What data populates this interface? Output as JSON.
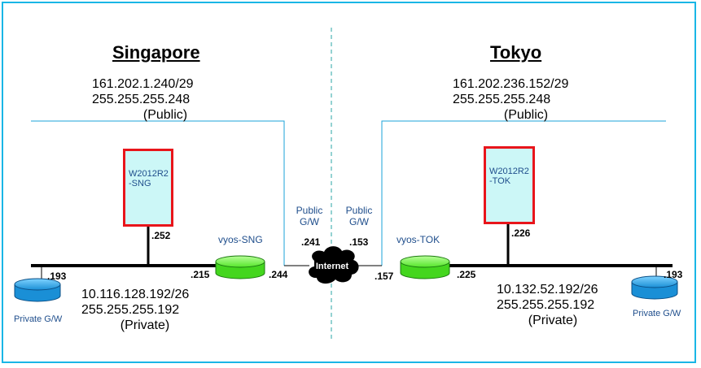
{
  "sites": {
    "left": {
      "title": "Singapore",
      "public_network": "161.202.1.240/29",
      "public_mask": "255.255.255.248",
      "public_tag": "(Public)",
      "server_label_line1": "W2012R2",
      "server_label_line2": "-SNG",
      "server_ip": ".252",
      "router_label": "vyos-SNG",
      "router_private_ip": ".215",
      "router_public_ip": ".244",
      "gw_ip": ".193",
      "gw_label": "Private G/W",
      "private_network": "10.116.128.192/26",
      "private_mask": "255.255.255.192",
      "private_tag": "(Private)",
      "public_gw_line1": "Public",
      "public_gw_line2": "G/W",
      "public_gw_ip": ".241"
    },
    "right": {
      "title": "Tokyo",
      "public_network": "161.202.236.152/29",
      "public_mask": "255.255.255.248",
      "public_tag": "(Public)",
      "server_label_line1": "W2012R2",
      "server_label_line2": "-TOK",
      "server_ip": ".226",
      "router_label": "vyos-TOK",
      "router_private_ip": ".225",
      "router_public_ip": ".157",
      "gw_ip": ".193",
      "gw_label": "Private G/W",
      "private_network": "10.132.52.192/26",
      "private_mask": "255.255.255.192",
      "private_tag": "(Private)",
      "public_gw_line1": "Public",
      "public_gw_line2": "G/W",
      "public_gw_ip": ".153"
    }
  },
  "internet_label": "Internet",
  "colors": {
    "frame": "#19b6e6",
    "router_fill": "#66ff33",
    "gateway_fill": "#1e9be0",
    "server_fill": "#ccf7f7",
    "server_border": "#e8151b",
    "public_line": "#1ba3d8",
    "divider": "#2aa6a6"
  }
}
